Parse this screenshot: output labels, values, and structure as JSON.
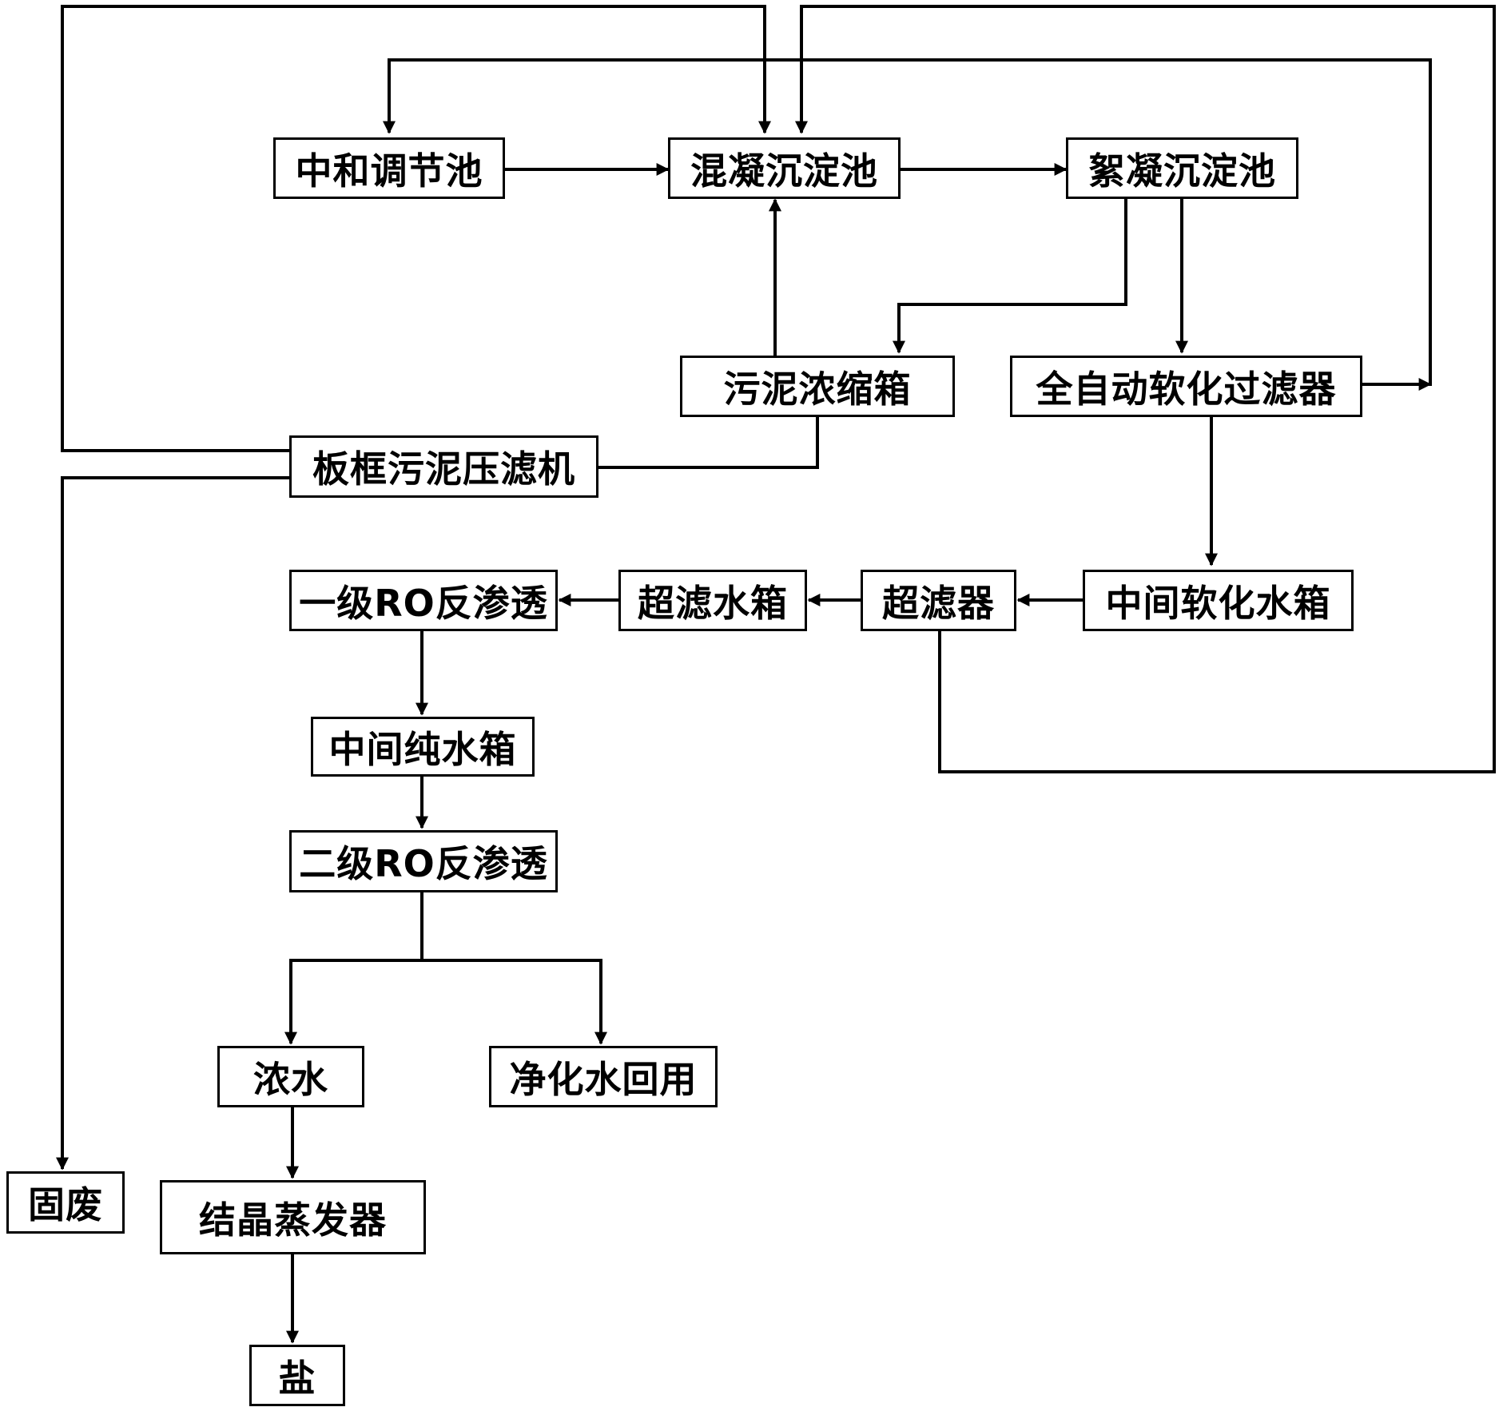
{
  "diagram": {
    "nodes": {
      "neutralization_tank": "中和调节池",
      "coagulation_tank": "混凝沉淀池",
      "flocculation_tank": "絮凝沉淀池",
      "sludge_thickener": "污泥浓缩箱",
      "softening_filter": "全自动软化过滤器",
      "filter_press": "板框污泥压滤机",
      "ro_stage1": "一级RO反渗透",
      "uf_tank": "超滤水箱",
      "ultrafilter": "超滤器",
      "soft_water_tank": "中间软化水箱",
      "pure_water_tank": "中间纯水箱",
      "ro_stage2": "二级RO反渗透",
      "concentrate": "浓水",
      "reuse_water": "净化水回用",
      "solid_waste": "固废",
      "crystallizer": "结晶蒸发器",
      "salt": "盐"
    },
    "colors": {
      "line": "#000000",
      "box_border": "#000000",
      "background": "#ffffff"
    }
  }
}
